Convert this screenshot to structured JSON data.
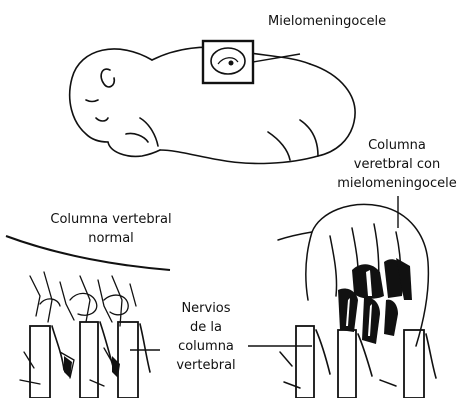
{
  "labels": {
    "myelomeningocele": "Mielomeningocele",
    "spine_with_myelo": [
      "Columna",
      "veretbral con",
      "mielomeningocele"
    ],
    "normal_spine": [
      "Columna vertebral",
      "normal"
    ],
    "spinal_nerves": [
      "Nervios",
      "de la",
      "columna",
      "vertebral"
    ]
  },
  "colors": {
    "ink": "#111111",
    "background": "#ffffff"
  }
}
